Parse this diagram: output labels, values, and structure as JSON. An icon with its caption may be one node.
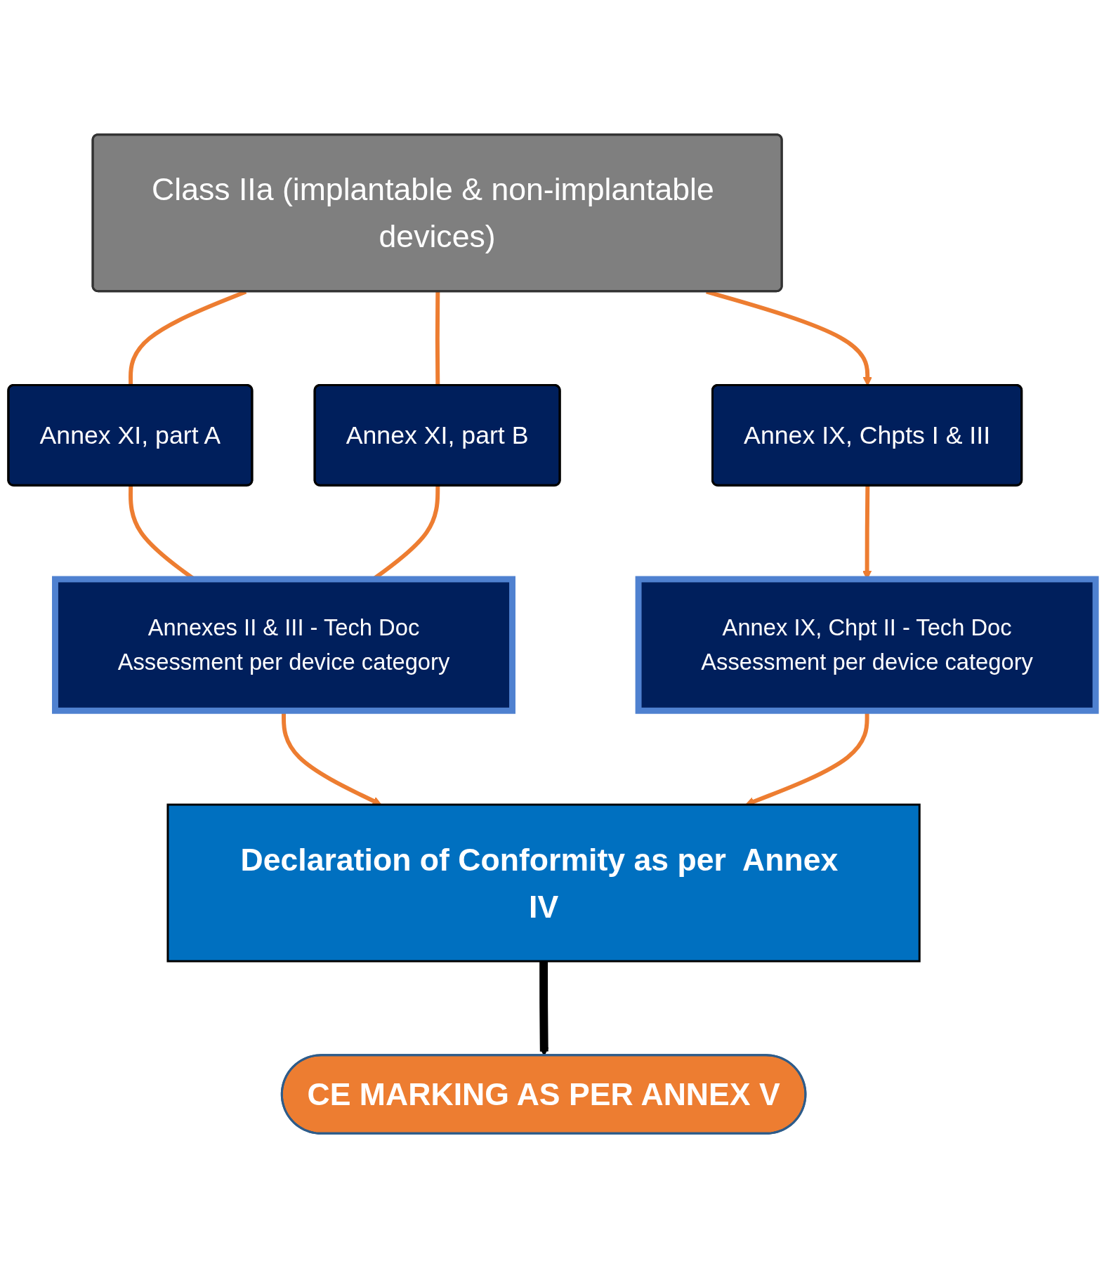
{
  "diagram": {
    "nodes": [
      {
        "text": [
          "Class IIa (implantable & non-implantable devices)"
        ]
      },
      {
        "text": [
          "Annex XI, part A"
        ]
      },
      {
        "text": [
          "Annex XI, part B"
        ]
      },
      {
        "text": [
          "Annex IX, Chpts I & III"
        ]
      },
      {
        "text": [
          "Annexes II & III - Tech Doc",
          "Assessment per device category"
        ]
      },
      {
        "text": [
          "Annex IX, Chpt II - Tech Doc",
          "Assessment per device category"
        ]
      },
      {
        "text": [
          "Declaration of Conformity as per  Annex IV"
        ]
      },
      {
        "text": [
          "CE MARKING AS PER ANNEX V"
        ]
      }
    ],
    "edges": [
      {
        "from": 0,
        "to": 1,
        "arrow": "none",
        "color": "#ed7d31"
      },
      {
        "from": 0,
        "to": 2,
        "arrow": "none",
        "color": "#ed7d31"
      },
      {
        "from": 0,
        "to": 3,
        "arrow": "to",
        "color": "#ed7d31"
      },
      {
        "from": 1,
        "to": 4,
        "arrow": "none",
        "color": "#ed7d31"
      },
      {
        "from": 2,
        "to": 4,
        "arrow": "none",
        "color": "#ed7d31"
      },
      {
        "from": 3,
        "to": 5,
        "arrow": "to",
        "color": "#ed7d31"
      },
      {
        "from": 4,
        "to": 6,
        "arrow": "to",
        "color": "#ed7d31"
      },
      {
        "from": 5,
        "to": 6,
        "arrow": "to",
        "color": "#ed7d31"
      },
      {
        "from": 6,
        "to": 7,
        "arrow": "to",
        "style": "thick",
        "color": "#000000"
      }
    ]
  }
}
